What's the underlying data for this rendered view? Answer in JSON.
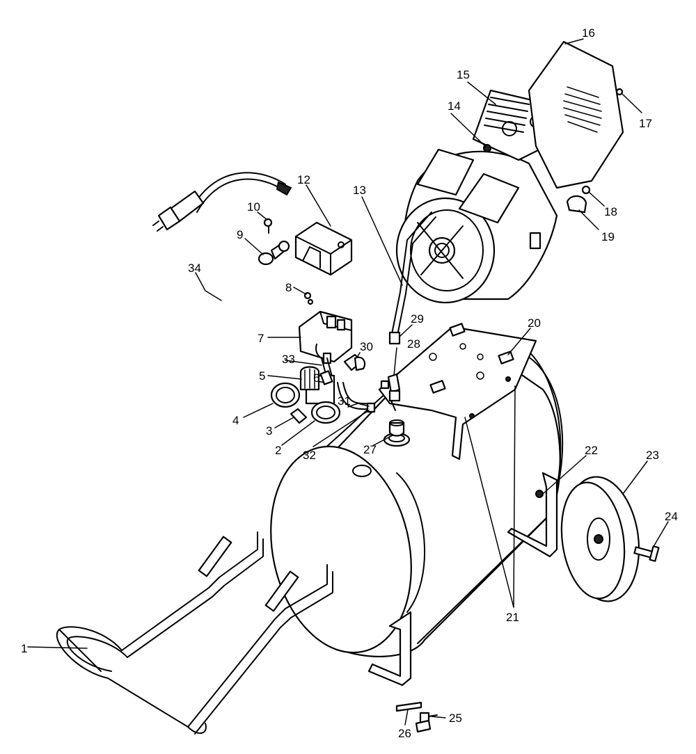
{
  "callouts": [
    {
      "id": "1",
      "text": "1"
    },
    {
      "id": "2",
      "text": "2"
    },
    {
      "id": "3",
      "text": "3"
    },
    {
      "id": "4",
      "text": "4"
    },
    {
      "id": "5",
      "text": "5"
    },
    {
      "id": "6",
      "text": "6"
    },
    {
      "id": "7",
      "text": "7"
    },
    {
      "id": "8",
      "text": "8"
    },
    {
      "id": "9",
      "text": "9"
    },
    {
      "id": "10",
      "text": "10"
    },
    {
      "id": "12",
      "text": "12"
    },
    {
      "id": "13",
      "text": "13"
    },
    {
      "id": "14",
      "text": "14"
    },
    {
      "id": "15",
      "text": "15"
    },
    {
      "id": "16",
      "text": "16"
    },
    {
      "id": "17",
      "text": "17"
    },
    {
      "id": "18",
      "text": "18"
    },
    {
      "id": "19",
      "text": "19"
    },
    {
      "id": "20",
      "text": "20"
    },
    {
      "id": "21",
      "text": "21"
    },
    {
      "id": "22",
      "text": "22"
    },
    {
      "id": "23",
      "text": "23"
    },
    {
      "id": "24",
      "text": "24"
    },
    {
      "id": "25",
      "text": "25"
    },
    {
      "id": "26",
      "text": "26"
    },
    {
      "id": "27",
      "text": "27"
    },
    {
      "id": "28",
      "text": "28"
    },
    {
      "id": "29",
      "text": "29"
    },
    {
      "id": "30",
      "text": "30"
    },
    {
      "id": "31",
      "text": "31"
    },
    {
      "id": "32",
      "text": "32"
    },
    {
      "id": "33",
      "text": "33"
    },
    {
      "id": "34",
      "text": "34"
    }
  ]
}
